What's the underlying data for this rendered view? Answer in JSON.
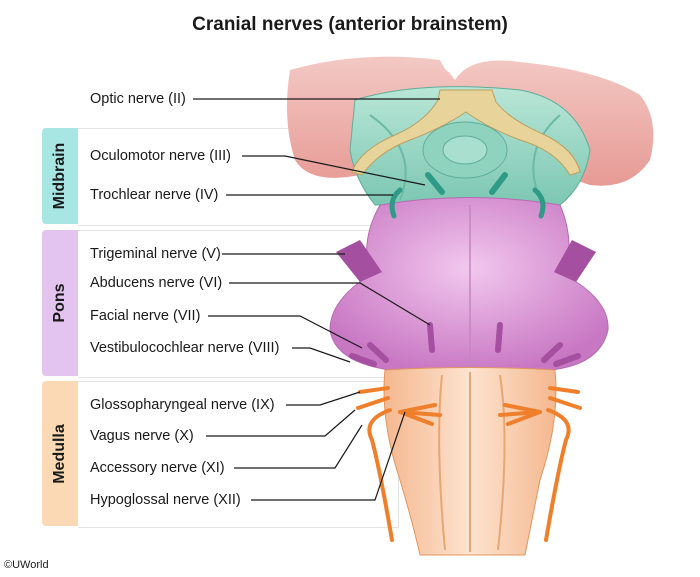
{
  "title": "Cranial nerves (anterior brainstem)",
  "credit": "©UWorld",
  "regions": [
    {
      "name": "Midbrain",
      "color": "#a8e6e3"
    },
    {
      "name": "Pons",
      "color": "#e2c4ee"
    },
    {
      "name": "Medulla",
      "color": "#fbd9b5"
    }
  ],
  "nerves": [
    {
      "label": "Optic nerve (II)"
    },
    {
      "label": "Oculomotor nerve (III)"
    },
    {
      "label": "Trochlear nerve (IV)"
    },
    {
      "label": "Trigeminal nerve (V)"
    },
    {
      "label": "Abducens nerve (VI)"
    },
    {
      "label": "Facial nerve (VII)"
    },
    {
      "label": "Vestibulocochlear nerve (VIII)"
    },
    {
      "label": "Glossopharyngeal nerve (IX)"
    },
    {
      "label": "Vagus nerve (X)"
    },
    {
      "label": "Accessory nerve (XI)"
    },
    {
      "label": "Hypoglossal nerve (XII)"
    }
  ]
}
